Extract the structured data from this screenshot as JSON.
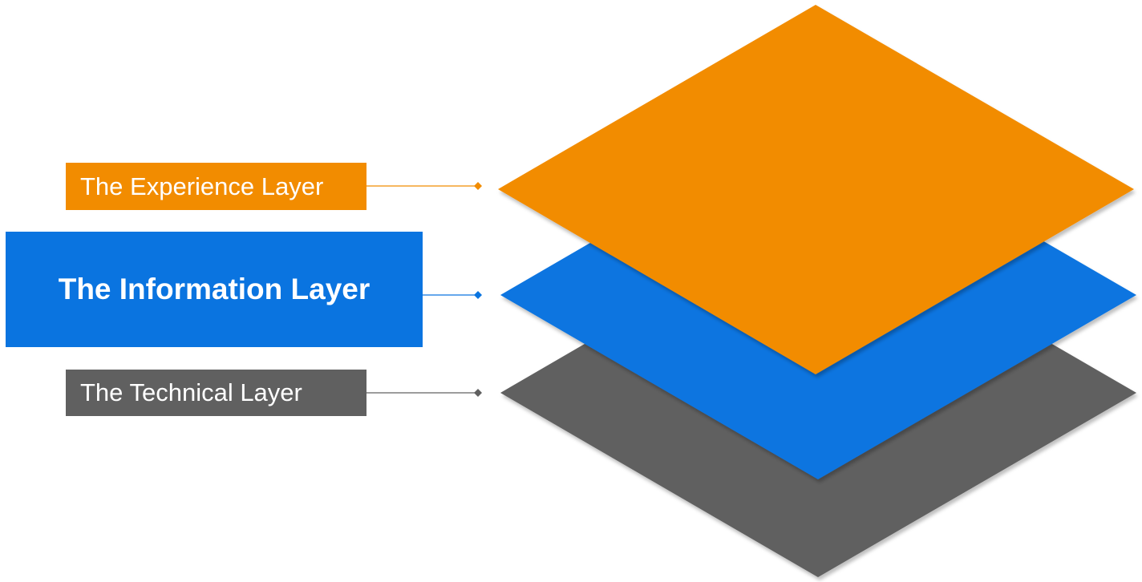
{
  "diagram": {
    "title": "Layered architecture",
    "layers": [
      {
        "id": "experience",
        "label": "The Experience Layer",
        "color": "#F28C00",
        "emphasis": false
      },
      {
        "id": "information",
        "label": "The Information Layer",
        "color": "#0A74E0",
        "emphasis": true
      },
      {
        "id": "technical",
        "label": "The Technical Layer",
        "color": "#606060",
        "emphasis": false
      }
    ],
    "connector_marker": "diamond"
  }
}
